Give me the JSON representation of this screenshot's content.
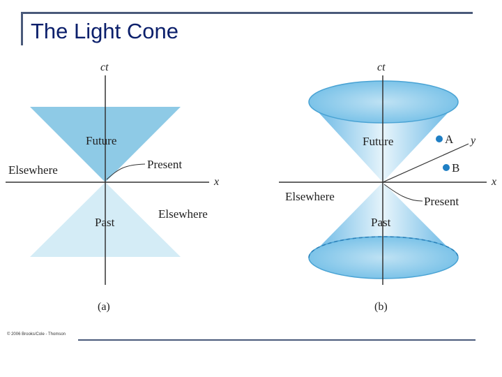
{
  "slide": {
    "title": "The Light Cone",
    "copyright": "© 2006 Brooks/Cole - Thomson"
  },
  "diagram_a": {
    "caption": "(a)",
    "ct_axis": "ct",
    "x_axis": "x",
    "future": "Future",
    "past": "Past",
    "present": "Present",
    "elsewhere_left": "Elsewhere",
    "elsewhere_right": "Elsewhere"
  },
  "diagram_b": {
    "caption": "(b)",
    "ct_axis": "ct",
    "x_axis": "x",
    "y_axis": "y",
    "future": "Future",
    "past": "Past",
    "present": "Present",
    "elsewhere": "Elsewhere",
    "point_a": "A",
    "point_b": "B"
  },
  "colors": {
    "future_fill": "#8ecae6",
    "past_fill": "#d4ecf6",
    "cone_edge": "#4aa3d4",
    "point": "#1f7fc4"
  }
}
